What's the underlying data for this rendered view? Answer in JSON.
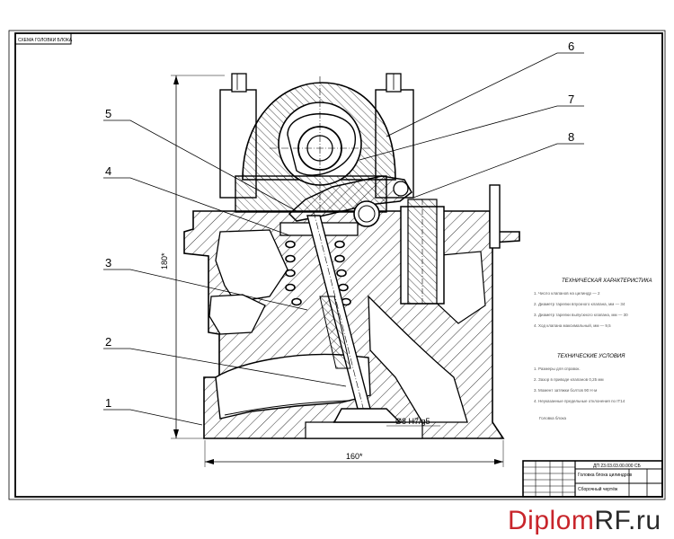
{
  "sheet": {
    "corner_stamp": "СХЕМА ГОЛОВКИ БЛОКА"
  },
  "callouts": [
    "1",
    "2",
    "3",
    "4",
    "5",
    "6",
    "7",
    "8"
  ],
  "dimensions": {
    "height": "180*",
    "width": "160*",
    "fit": "Ø8 H7/g5"
  },
  "notes": {
    "spec_title": "ТЕХНИЧЕСКАЯ ХАРАКТЕРИСТИКА",
    "spec_lines": [
      "1. Число клапанов на цилиндр — 2",
      "2. Диаметр тарелки впускного клапана, мм — 34",
      "3. Диаметр тарелки выпускного клапана, мм — 30",
      "4. Ход клапана максимальный, мм — 9,5"
    ],
    "req_title": "ТЕХНИЧЕСКИЕ УСЛОВИЯ",
    "req_lines": [
      "1. Размеры для справок.",
      "2. Зазор в приводе клапанов 0,25 мм",
      "3. Момент затяжки болтов 90 Н·м",
      "4. Неуказанные предельные отклонения по IT14"
    ],
    "footer": "Головка блока"
  },
  "title_block": {
    "doc_code": "ДП 23.03.03.00.000 СБ",
    "name": "Головка блока цилиндров",
    "subtitle": "Сборочный чертёж"
  },
  "watermark": {
    "part1": "Diplom",
    "part2": "RF.ru"
  }
}
